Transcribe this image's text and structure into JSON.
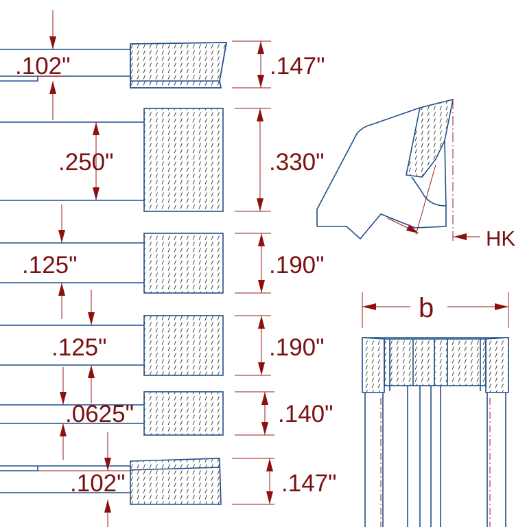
{
  "dimensions": {
    "row1_thickness": ".102\"",
    "row1_height": ".147\"",
    "row2_thickness": ".250\"",
    "row2_height": ".330\"",
    "row3_thickness": ".125\"",
    "row3_height": ".190\"",
    "row4_thickness": ".125\"",
    "row4_height": ".190\"",
    "row5_thickness": ".0625\"",
    "row5_height": ".140\"",
    "row6_thickness": ".102\"",
    "row6_height": ".147\""
  },
  "detail": {
    "hook_label": "HK",
    "width_label": "b"
  },
  "colors": {
    "outline": "#1f4e8a",
    "dimension": "#7a1010",
    "hatch": "#2a2a2a"
  }
}
